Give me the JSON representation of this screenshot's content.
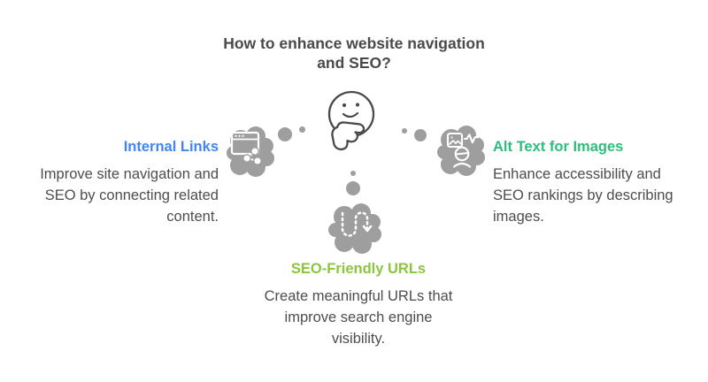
{
  "title": "How to enhance website navigation and SEO?",
  "center": {
    "icon": "thinking-face-icon"
  },
  "branches": [
    {
      "id": "internal-links",
      "position": "left",
      "label": "Internal Links",
      "description": "Improve site navigation and SEO by connecting related content.",
      "accent_color": "#4285f4",
      "icon": "browser-share-icon"
    },
    {
      "id": "alt-text-for-images",
      "position": "right",
      "label": "Alt Text for Images",
      "description": "Enhance accessibility and SEO rankings by describing images.",
      "accent_color": "#2ebd7c",
      "icon": "image-alt-text-icon"
    },
    {
      "id": "seo-friendly-urls",
      "position": "bottom",
      "label": "SEO-Friendly URLs",
      "description": "Create meaningful URLs that improve search engine visibility.",
      "accent_color": "#8cc63f",
      "icon": "dashed-route-arrow-icon"
    }
  ],
  "colors": {
    "background": "#ffffff",
    "cloud_gray": "#9e9e9e",
    "title_text": "#4a4a4a",
    "body_text": "#4d4d4d",
    "internal_links_accent": "#4285f4",
    "alt_text_accent": "#2ebd7c",
    "seo_urls_accent": "#8cc63f"
  }
}
